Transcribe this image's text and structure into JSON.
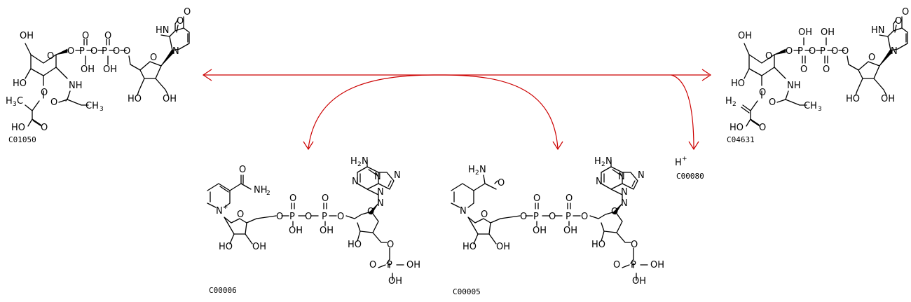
{
  "colors": {
    "reaction_arrow": "#cc0000",
    "structure": "#000000",
    "background": "#ffffff"
  },
  "compounds": {
    "c01050": {
      "id": "C01050"
    },
    "c04631": {
      "id": "C04631"
    },
    "c00006": {
      "id": "C00006"
    },
    "c00005": {
      "id": "C00005"
    },
    "c00080": {
      "id": "C00080",
      "formula_main": "H",
      "formula_sup": "+"
    }
  },
  "labels": {
    "OH": "OH",
    "HO": "HO",
    "O": "O",
    "P": "P",
    "N": "N",
    "HN": "HN",
    "NH": "NH",
    "NH2": "NH",
    "H3C": "H",
    "CH3": "CH",
    "H2C": "H",
    "H2N": "H",
    "N+": "N",
    "sub2": "2",
    "sub3": "3",
    "plus": "+",
    "C": "C"
  }
}
